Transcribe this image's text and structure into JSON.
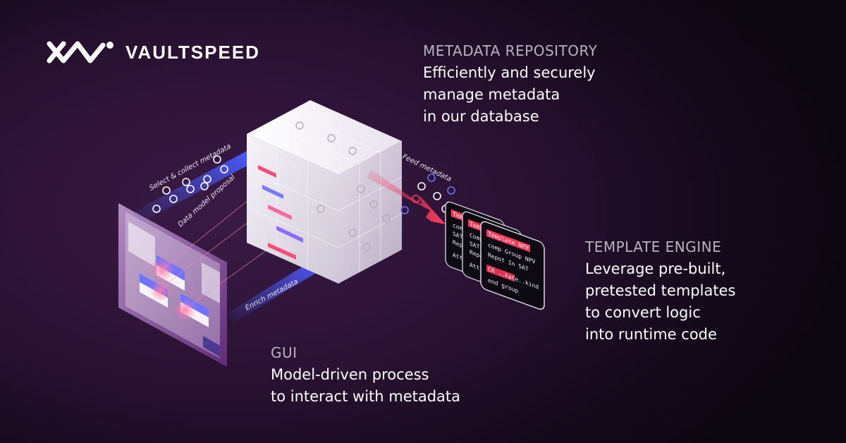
{
  "brand": {
    "name": "VAULTSPEED",
    "logo_icon": "vaultspeed-logo-icon"
  },
  "metadata_repository": {
    "heading": "METADATA REPOSITORY",
    "lines": [
      "Efficiently and securely",
      "manage metadata",
      "in our database"
    ]
  },
  "template_engine": {
    "heading": "TEMPLATE ENGINE",
    "lines": [
      "Leverage pre-built,",
      "pretested templates",
      "to convert logic",
      "into runtime code"
    ]
  },
  "gui": {
    "heading": "GUI",
    "lines": [
      "Model-driven process",
      "to interact with metadata"
    ]
  },
  "flows": {
    "select_collect": "Select & collect metadata",
    "data_model_proposal": "Data model proposal",
    "enrich": "Enrich metadata",
    "feed": "Feed metadata"
  },
  "templates": {
    "card1": [
      "Template DOMP",
      "comp",
      "SAT",
      "Repo",
      "Att"
    ],
    "card2": [
      "Template SAT",
      "Comp",
      "SAT",
      "Repo",
      "Att"
    ],
    "card3": [
      "Template NPV",
      "comp Group NPV",
      "Repot In SAT",
      "CR ..kate..kind",
      "end group"
    ]
  },
  "colors": {
    "accent_red": "#ff3b5c",
    "accent_blue": "#4a5cff",
    "bg_purple": "#2a1233"
  }
}
